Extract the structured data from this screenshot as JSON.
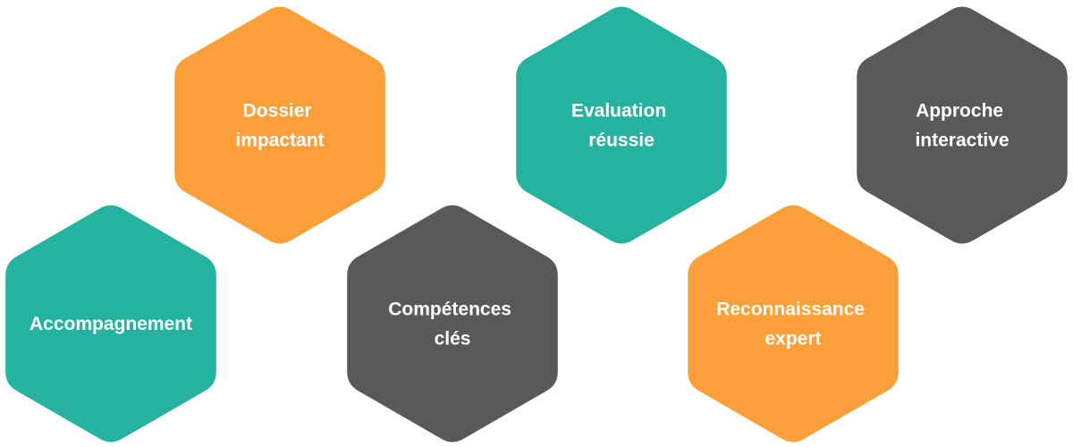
{
  "colors": {
    "orange": "#FA9F39",
    "teal": "#25B29F",
    "gray": "#58595B",
    "text": "#FFFFFF"
  },
  "hexagons": [
    {
      "name": "hex-accompagnement",
      "lines": [
        "Accompagnement"
      ],
      "color": "teal"
    },
    {
      "name": "hex-dossier-impactant",
      "lines": [
        "Dossier",
        "impactant"
      ],
      "color": "orange"
    },
    {
      "name": "hex-competences-cles",
      "lines": [
        "Compétences",
        "clés"
      ],
      "color": "gray"
    },
    {
      "name": "hex-evaluation-reussie",
      "lines": [
        "Evaluation",
        "réussie"
      ],
      "color": "teal"
    },
    {
      "name": "hex-reconnaissance-expert",
      "lines": [
        "Reconnaissance",
        "expert"
      ],
      "color": "orange"
    },
    {
      "name": "hex-approche-interactive",
      "lines": [
        "Approche",
        "interactive"
      ],
      "color": "gray"
    }
  ]
}
